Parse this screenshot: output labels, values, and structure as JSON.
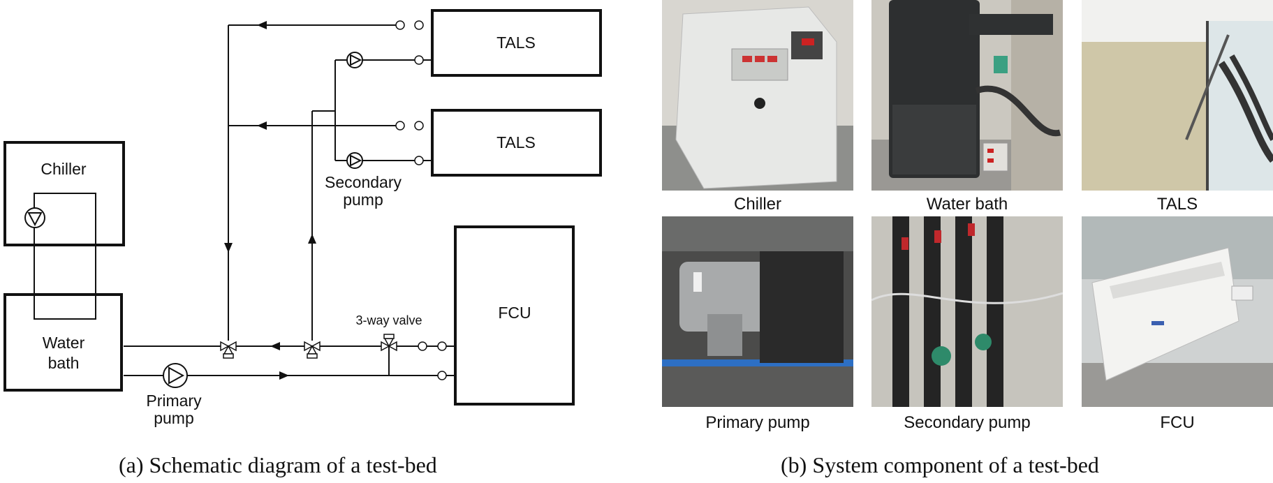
{
  "schematic": {
    "chiller": "Chiller",
    "water_bath_line1": "Water",
    "water_bath_line2": "bath",
    "tals_top": "TALS",
    "tals_bottom": "TALS",
    "fcu": "FCU",
    "secondary_pump_line1": "Secondary",
    "secondary_pump_line2": "pump",
    "primary_pump_line1": "Primary",
    "primary_pump_line2": "pump",
    "three_way_valve": "3-way valve"
  },
  "captions": {
    "left": "(a) Schematic diagram of a test-bed",
    "right": "(b) System component of a test-bed"
  },
  "photos": [
    {
      "label": "Chiller"
    },
    {
      "label": "Water bath"
    },
    {
      "label": "TALS"
    },
    {
      "label": "Primary pump"
    },
    {
      "label": "Secondary pump"
    },
    {
      "label": "FCU"
    }
  ]
}
